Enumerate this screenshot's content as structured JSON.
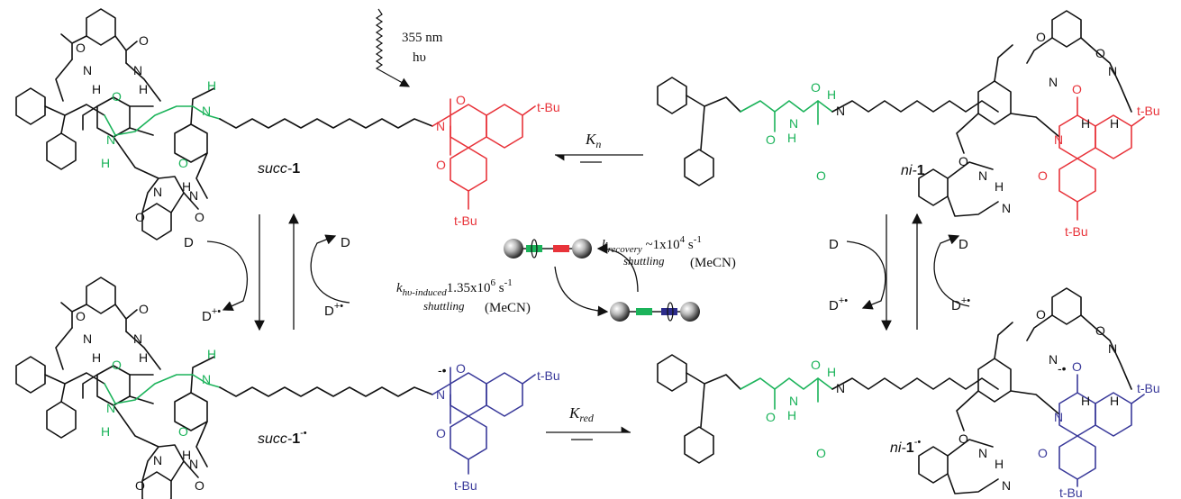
{
  "labels": {
    "succ1": "succ-",
    "succ1_num": "1",
    "ni1": "ni-",
    "ni1_num": "1",
    "succ1_red": "succ-",
    "succ1_red_num": "1",
    "succ1_red_sup": "-•",
    "ni1_red": "ni-",
    "ni1_red_num": "1",
    "ni1_red_sup": "-•"
  },
  "excitation": {
    "wavelength": "355 nm",
    "photon": "hυ"
  },
  "equilibria": {
    "top": "K",
    "top_sub": "n",
    "bottom": "K",
    "bottom_sub": "red"
  },
  "donor": {
    "d": "D",
    "dplus": "D",
    "dplus_sup": "+•"
  },
  "shuttling": {
    "hv_k": "k",
    "hv_sub": "hυ-induced",
    "hv_rate": "1.35x10",
    "hv_exp": "6",
    "hv_unit": " s",
    "hv_unit_exp": "-1",
    "hv_word": "shuttling",
    "hv_solvent": "(MeCN)",
    "rec_k": "k",
    "rec_sub": "recovery",
    "rec_rate": " ~1x10",
    "rec_exp": "4",
    "rec_unit": " s",
    "rec_unit_exp": "-1",
    "rec_word": "shuttling",
    "rec_solvent": "(MeCN)"
  },
  "atoms": {
    "N": "N",
    "H": "H",
    "O": "O",
    "tBu": "t-Bu",
    "tBuCut": "t-Bu",
    "radical": "-•"
  },
  "colors": {
    "succinamide": "#1bb35a",
    "naphthalimide": "#e8333a",
    "radical_anion": "#3a3a9a",
    "bond": "#111111"
  }
}
